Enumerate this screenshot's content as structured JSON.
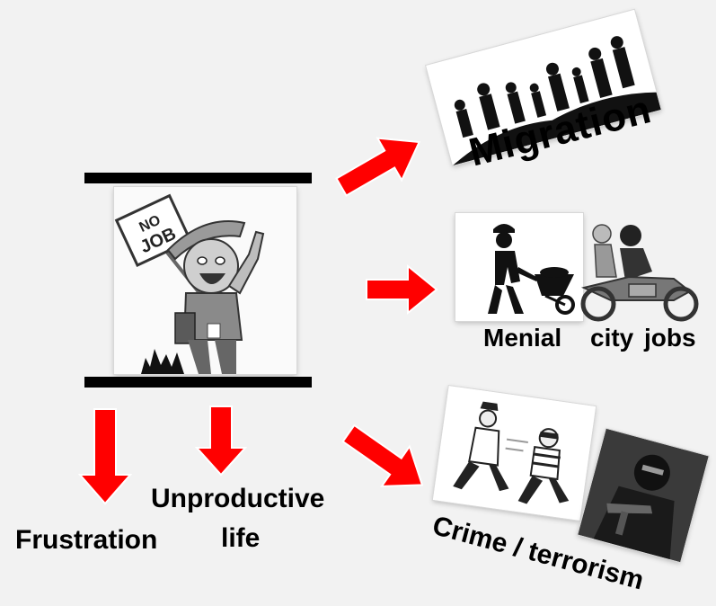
{
  "labels": {
    "migration": "Migration",
    "menial": "Menial",
    "city_jobs": "city jobs",
    "crime": "Crime / terrorism",
    "frustration": "Frustration",
    "unproductive_line1": "Unproductive",
    "unproductive_line2": "life"
  },
  "sign_text": {
    "line1": "NO",
    "line2": "JOB"
  },
  "colors": {
    "arrow": "#ff0000",
    "bar": "#000000",
    "background": "#f2f2f2"
  },
  "icons": {
    "central": "jobless-man-protest-icon",
    "migration": "migration-crowd-icon",
    "menial": "worker-wheelbarrow-icon",
    "city": "motorcycle-riders-icon",
    "crime": "robber-chase-icon",
    "terrorism": "masked-gunman-icon"
  }
}
